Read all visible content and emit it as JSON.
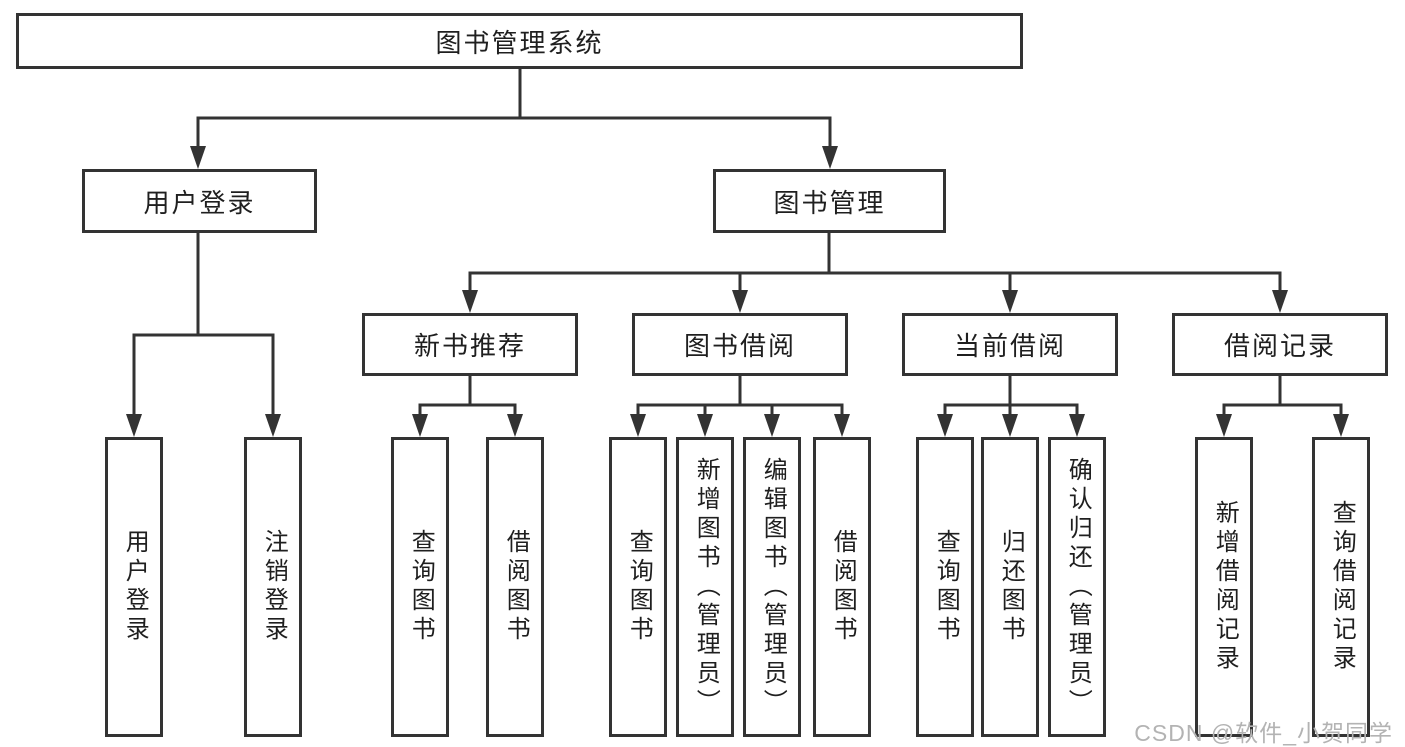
{
  "diagram": {
    "root": {
      "label": "图书管理系统"
    },
    "branches": [
      {
        "label": "用户登录",
        "children": [
          {
            "label": "用户登录"
          },
          {
            "label": "注销登录"
          }
        ]
      },
      {
        "label": "图书管理",
        "children": [
          {
            "label": "新书推荐",
            "children": [
              {
                "label": "查询图书"
              },
              {
                "label": "借阅图书"
              }
            ]
          },
          {
            "label": "图书借阅",
            "children": [
              {
                "label": "查询图书"
              },
              {
                "label": "新增图书（管理员）"
              },
              {
                "label": "编辑图书（管理员）"
              },
              {
                "label": "借阅图书"
              }
            ]
          },
          {
            "label": "当前借阅",
            "children": [
              {
                "label": "查询图书"
              },
              {
                "label": "归还图书"
              },
              {
                "label": "确认归还（管理员）"
              }
            ]
          },
          {
            "label": "借阅记录",
            "children": [
              {
                "label": "新增借阅记录"
              },
              {
                "label": "查询借阅记录"
              }
            ]
          }
        ]
      }
    ]
  },
  "watermark": {
    "text": "CSDN @软件_小贺同学"
  },
  "colors": {
    "line": "#333333",
    "text": "#1f1f1f",
    "watermark": "#b3b3b3",
    "background": "#ffffff"
  }
}
